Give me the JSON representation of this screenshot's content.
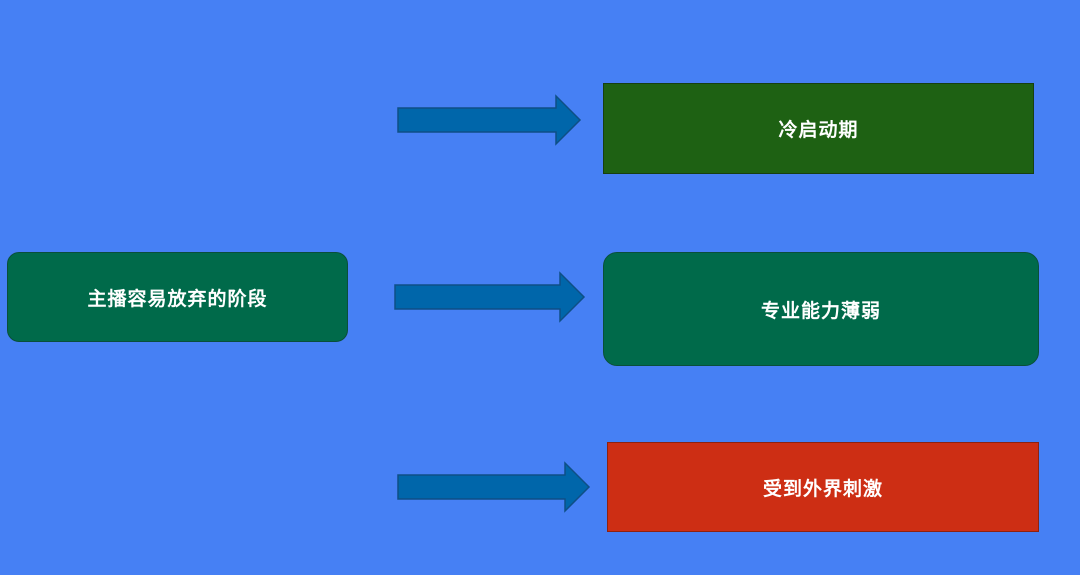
{
  "diagram": {
    "root": {
      "label": "主播容易放弃的阶段"
    },
    "branches": [
      {
        "label": "冷启动期",
        "color": "#1e6113"
      },
      {
        "label": "专业能力薄弱",
        "color": "#006a4a"
      },
      {
        "label": "受到外界刺激",
        "color": "#cd2e14"
      }
    ],
    "colors": {
      "background": "#4680f4",
      "root": "#006a4a",
      "arrow": "#0066aa"
    }
  }
}
